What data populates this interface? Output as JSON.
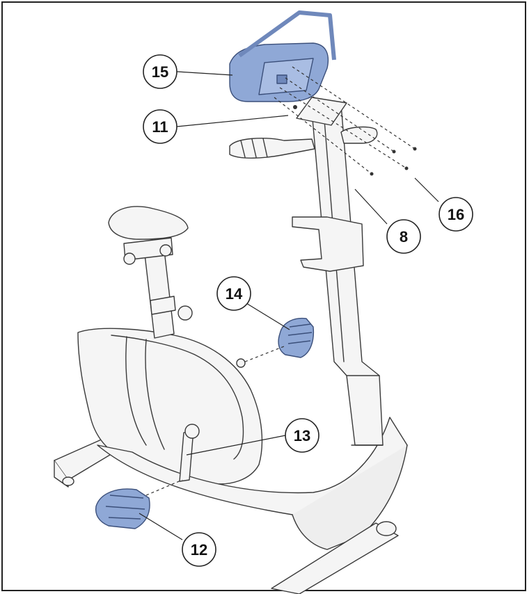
{
  "callouts": [
    {
      "id": "c15",
      "label": "15"
    },
    {
      "id": "c11",
      "label": "11"
    },
    {
      "id": "c16",
      "label": "16"
    },
    {
      "id": "c8",
      "label": "8"
    },
    {
      "id": "c14",
      "label": "14"
    },
    {
      "id": "c13",
      "label": "13"
    },
    {
      "id": "c12",
      "label": "12"
    }
  ],
  "colors": {
    "highlight": "#8fa8d6",
    "highlight_dark": "#5a74a8",
    "line": "#3a3a3a",
    "light_fill": "#f4f4f4"
  }
}
